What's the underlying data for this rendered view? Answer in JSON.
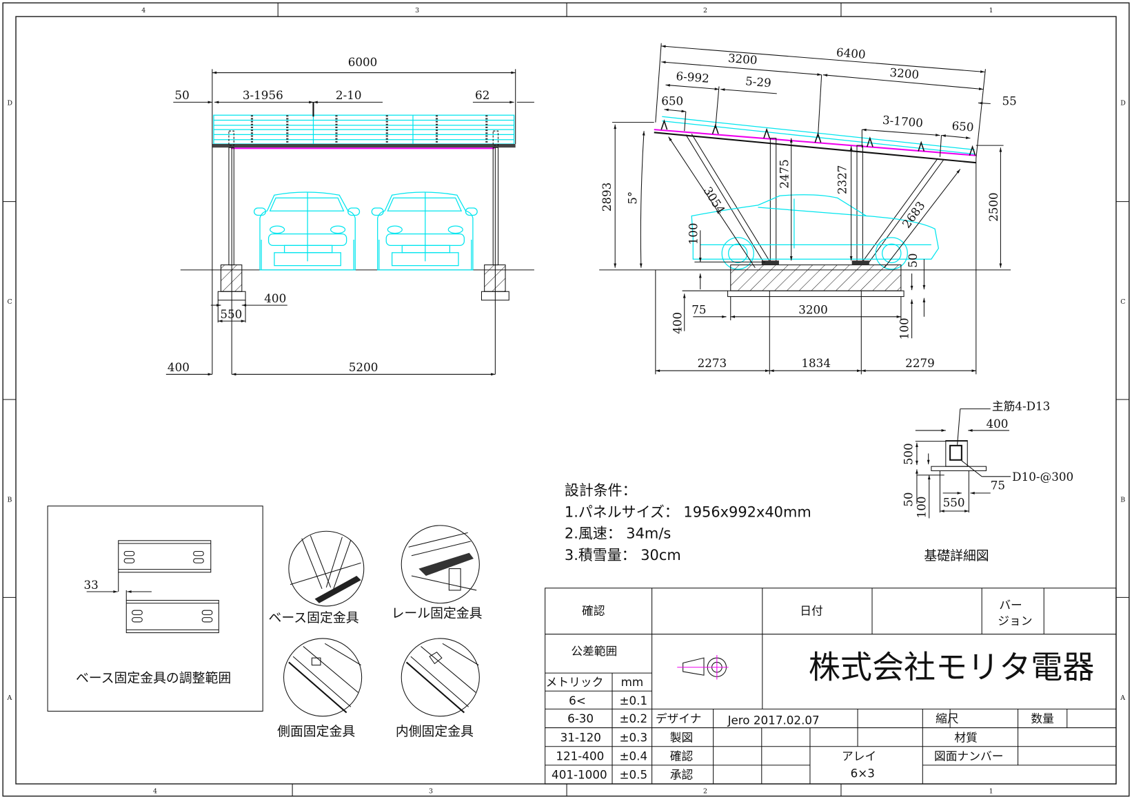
{
  "sheet": {
    "zones_top": [
      "4",
      "3",
      "2",
      "1"
    ],
    "zones_bottom": [
      "4",
      "3",
      "2",
      "1"
    ],
    "zones_side": [
      "D",
      "C",
      "B",
      "A"
    ]
  },
  "front_view": {
    "dims": {
      "overall": "6000",
      "left_gap": "50",
      "panels": "3-1956",
      "gaps": "2-10",
      "right_gap": "62",
      "footing_top": "400",
      "footing_base": "550",
      "edge": "400",
      "span": "5200"
    }
  },
  "side_view": {
    "dims": {
      "overall": "6400",
      "half_left": "3200",
      "half_right": "3200",
      "modules": "6-992",
      "module_gaps": "5-29",
      "left_overhang": "650",
      "right_overhang": "650",
      "rail_pitch": "3-1700",
      "right_edge": "55",
      "height_total": "2893",
      "tilt": "5°",
      "strut_left": "3054",
      "post_left_h": "2475",
      "post_right_h": "2327",
      "strut_right": "2683",
      "height_right": "2500",
      "base_offset": "100",
      "base_50": "50",
      "footing_depth": "400",
      "footing_edge": "75",
      "footing_length": "3200",
      "footing_100": "100",
      "seg_left": "2273",
      "seg_mid": "1834",
      "seg_right": "2279"
    }
  },
  "foundation_detail": {
    "title": "基礎詳細図",
    "main_rebar": "主筋4-D13",
    "stirrup": "D10-@300",
    "width_top": "400",
    "height": "500",
    "cover": "75",
    "base_width": "550",
    "base_50": "50",
    "base_100": "100"
  },
  "design_conditions": {
    "heading": "設計条件：",
    "lines": [
      "1.パネルサイズ： 1956x992x40mm",
      "2.風速： 34m/s",
      "3.積雪量： 30cm"
    ]
  },
  "adjust_box": {
    "dim": "33",
    "caption": "ベース固定金具の調整範囲"
  },
  "fittings": [
    {
      "label": "ベース固定金具"
    },
    {
      "label": "レール固定金具"
    },
    {
      "label": "側面固定金具"
    },
    {
      "label": "内側固定金具"
    }
  ],
  "title_block": {
    "confirm": "確認",
    "date_label": "日付",
    "version_label": "バー\nジョン",
    "version_l1": "バー",
    "version_l2": "ジョン",
    "tolerance_title": "公差範囲",
    "metric": "メトリック",
    "unit": "mm",
    "tolerances": [
      {
        "range": "6<",
        "tol": "±0.1"
      },
      {
        "range": "6-30",
        "tol": "±0.2"
      },
      {
        "range": "31-120",
        "tol": "±0.3"
      },
      {
        "range": "121-400",
        "tol": "±0.4"
      },
      {
        "range": "401-1000",
        "tol": "±0.5"
      }
    ],
    "company": "株式会社モリタ電器",
    "designer_label": "デザイナ",
    "designer_value": "Jero  2017.02.07",
    "drafting_label": "製図",
    "check_label": "確認",
    "approve_label": "承認",
    "scale_label": "縮尺",
    "qty_label": "数量",
    "material_label": "材質",
    "drawing_no_label": "図面ナンバー",
    "array_label": "アレイ",
    "array_value": "6×3"
  },
  "colors": {
    "panel": "#00e5ee",
    "rail": "#ee00ee",
    "line": "#111111"
  }
}
